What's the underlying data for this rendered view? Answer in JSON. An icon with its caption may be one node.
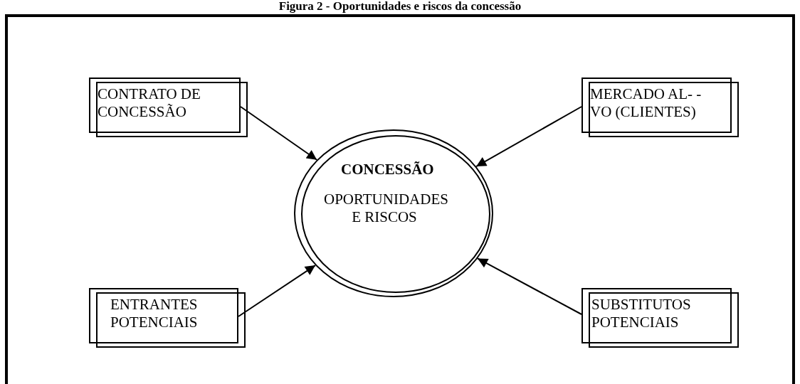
{
  "diagram": {
    "title": "Figura 2 - Oportunidades e riscos da concessão",
    "nodes": [
      {
        "text": [
          "CONTRATO DE CONCESSÃO"
        ]
      },
      {
        "text": [
          "MERCADO AL- -VO (CLIENTES)"
        ]
      },
      {
        "text": [
          "CONCESSÃO",
          "OPORTUNIDADES E RISCOS"
        ]
      },
      {
        "text": [
          "ENTRANTES POTENCIAIS"
        ]
      },
      {
        "text": [
          "SUBSTITUTOS POTENCIAIS"
        ]
      }
    ],
    "edges": [
      {
        "from": 0,
        "to": 2,
        "arrow": "to"
      },
      {
        "from": 1,
        "to": 2,
        "arrow": "to"
      },
      {
        "from": 3,
        "to": 2,
        "arrow": "to"
      },
      {
        "from": 4,
        "to": 2,
        "arrow": "to"
      }
    ]
  }
}
